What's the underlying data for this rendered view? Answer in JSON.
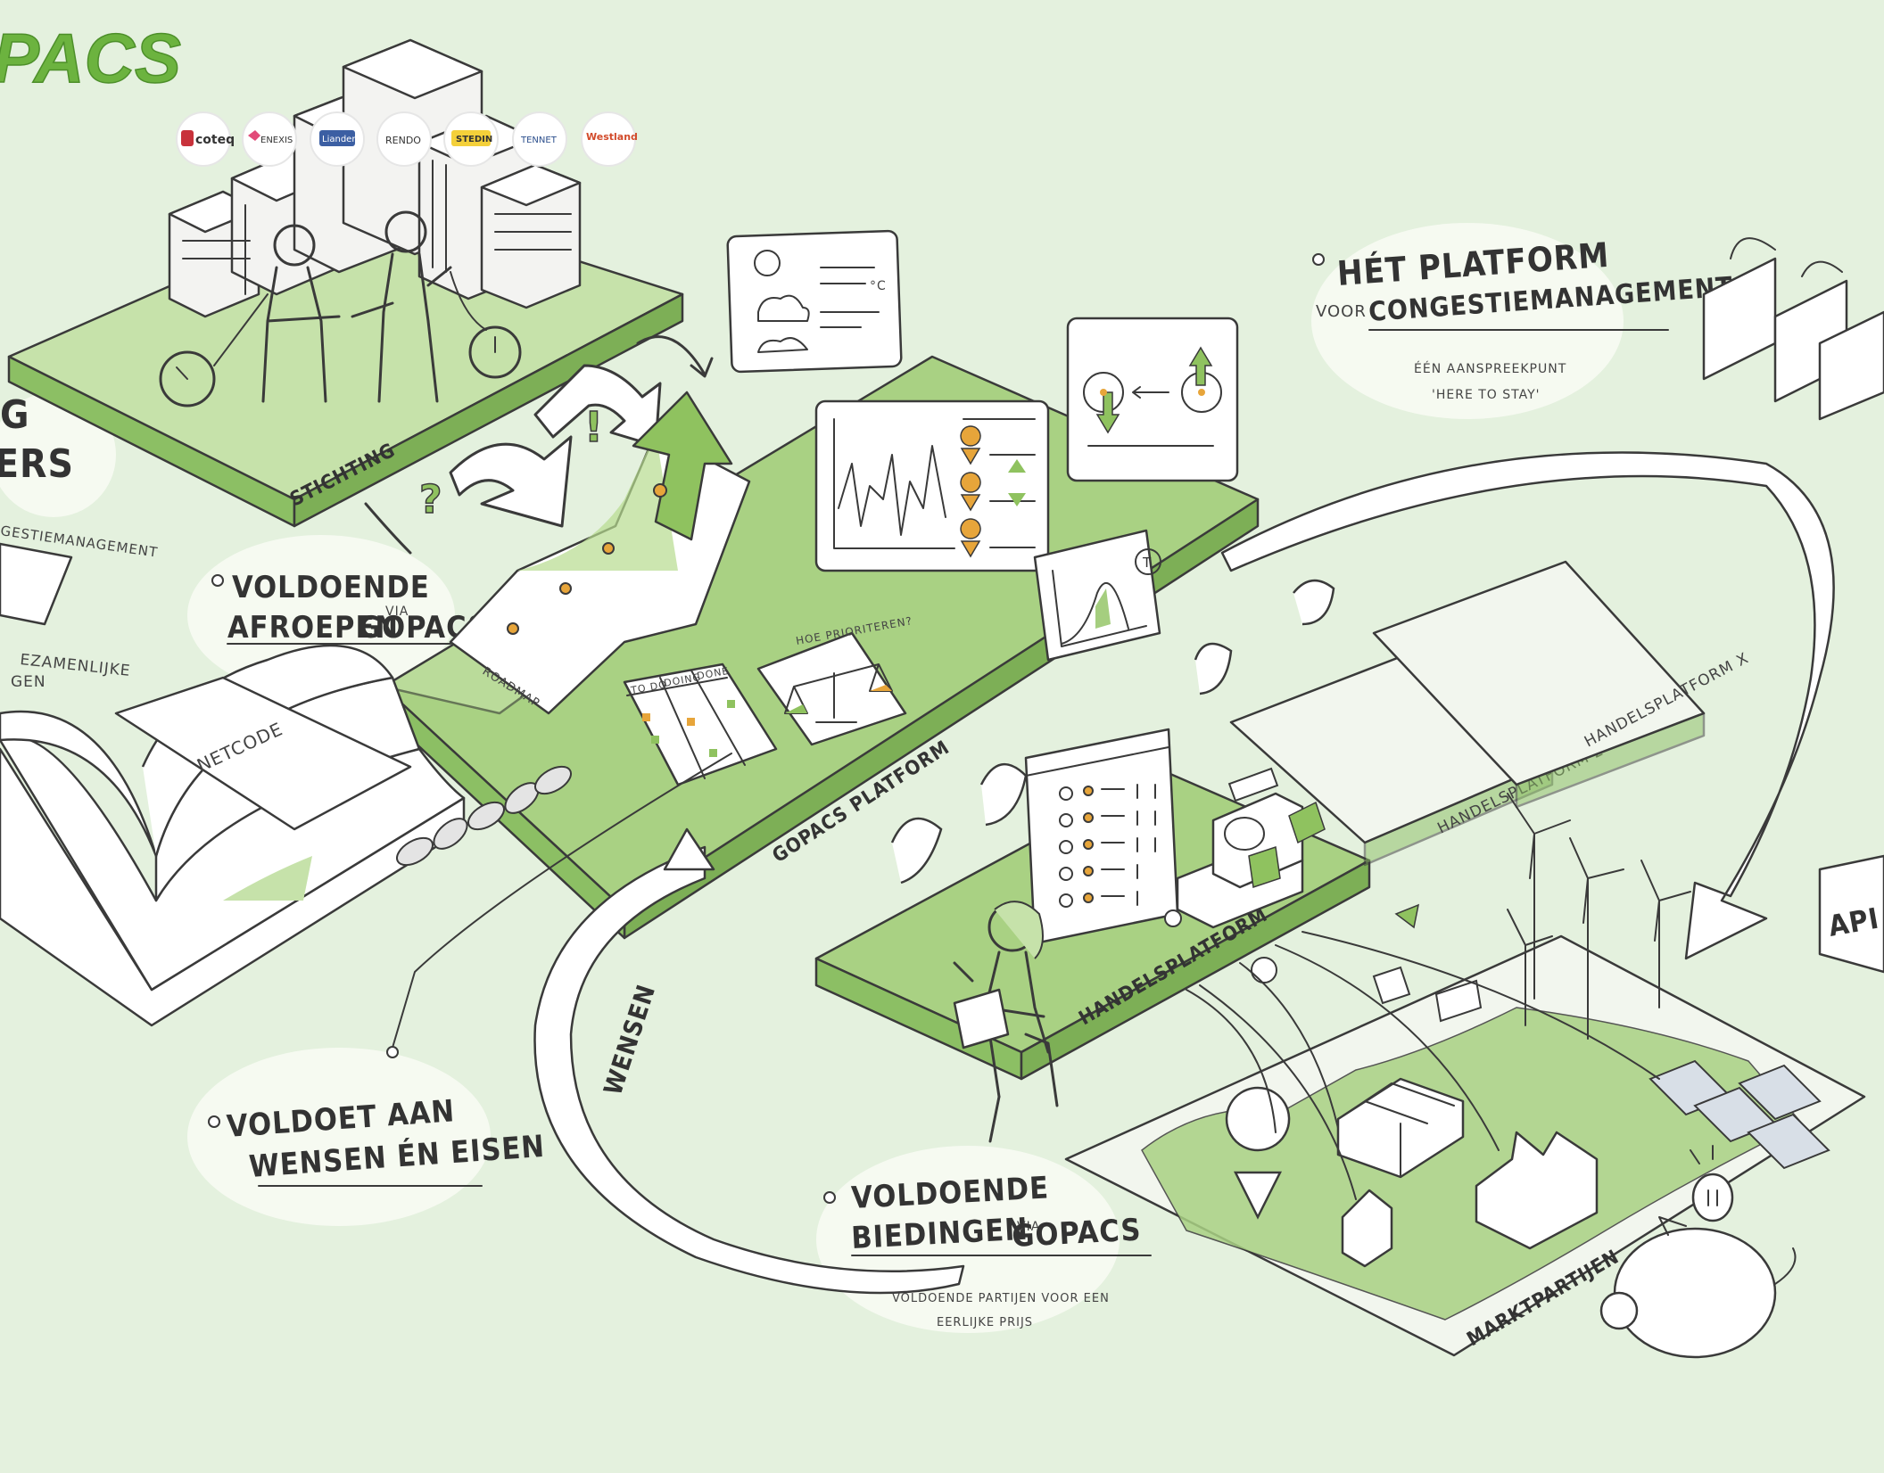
{
  "brand": {
    "logo_text": "PACS",
    "color": "#6cb33f"
  },
  "partners": [
    "coteq",
    "ENEXIS",
    "Liander",
    "RENDO",
    "STEDIN",
    "TENNET",
    "Westland"
  ],
  "labels": {
    "stichting": "STICHTING",
    "voldoende_afroepen_line1": "VOLDOENDE",
    "voldoende_afroepen_line2": "AFROEPEN",
    "voldoende_afroepen_via": "VIA",
    "voldoende_afroepen_gopacs": "GOPACS",
    "left_fragment_1": "G",
    "left_fragment_2": "ERS",
    "left_fragment_3": "GESTIEMANAGEMENT",
    "left_fragment_4": "EZAMENLIJKE",
    "left_fragment_5": "GEN",
    "netcode": "NETCODE",
    "roadmap": "ROADMAP",
    "kanban_todo": "TO DO",
    "kanban_doing": "DOING",
    "kanban_done": "DONE",
    "hoe_prioriteren": "HOE PRIORITEREN?",
    "gopacs_platform": "GOPACS PLATFORM",
    "handelsplatform": "HANDELSPLATFORM",
    "handelsplatform_2": "HANDELSPLATFORM 2",
    "handelsplatform_x": "HANDELSPLATFORM X",
    "api": "API",
    "marktpartijen": "MARKTPARTIJEN",
    "wensen": "WENSEN",
    "voldoet_line1": "VOLDOET AAN",
    "voldoet_line2": "WENSEN ÉN EISEN",
    "biedingen_line1": "VOLDOENDE",
    "biedingen_line2": "BIEDINGEN",
    "biedingen_via": "VIA",
    "biedingen_gopacs": "GOPACS",
    "biedingen_sub1": "VOLDOENDE PARTIJEN VOOR EEN",
    "biedingen_sub2": "EERLIJKE PRIJS",
    "platform_title_line1": "HÉT PLATFORM",
    "platform_title_voor": "VOOR",
    "platform_title_line2": "CONGESTIEMANAGEMENT",
    "platform_sub1": "ÉÉN AANSPREEKPUNT",
    "platform_sub2": "'HERE TO STAY'",
    "temp_unit": "°C",
    "question": "?",
    "exclaim": "!",
    "chart_t": "T"
  }
}
